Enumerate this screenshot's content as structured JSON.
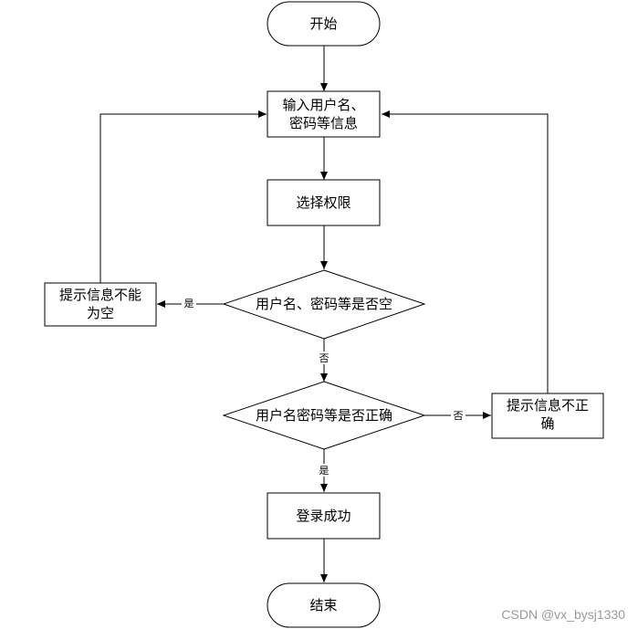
{
  "nodes": {
    "start": {
      "label": "开始"
    },
    "input": {
      "line1": "输入用户名、",
      "line2": "密码等信息"
    },
    "select": {
      "label": "选择权限"
    },
    "check_empty": {
      "label": "用户名、密码等是否空"
    },
    "check_correct": {
      "label": "用户名密码等是否正确"
    },
    "empty_msg": {
      "line1": "提示信息不能",
      "line2": "为空"
    },
    "wrong_msg": {
      "line1": "提示信息不正",
      "line2": "确"
    },
    "success": {
      "label": "登录成功"
    },
    "end": {
      "label": "结束"
    }
  },
  "edges": {
    "empty_yes": "是",
    "empty_no": "否",
    "correct_no": "否",
    "correct_yes": "是"
  },
  "watermark": "CSDN @vx_bysj1330"
}
